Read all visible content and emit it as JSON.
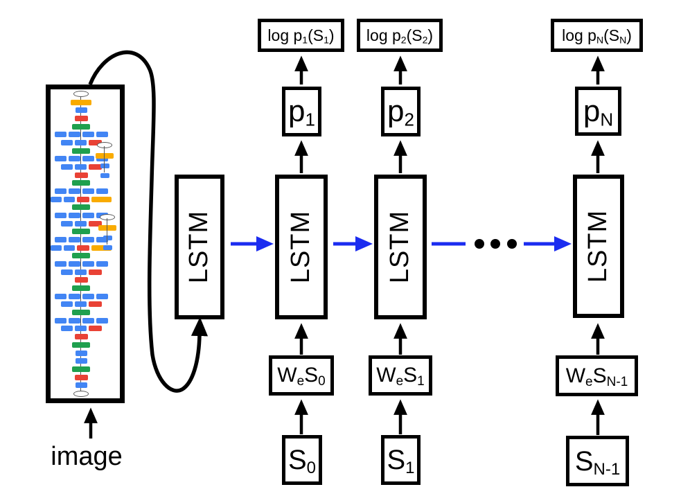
{
  "figure": {
    "title": "CNN encoder feeding an unrolled LSTM decoder (image captioning diagram)"
  },
  "colors": {
    "arrow_black": "#000000",
    "arrow_blue": "#1b2cf0",
    "cnn_blue": "#4285f4",
    "cnn_red": "#e94235",
    "cnn_green": "#1fa04e",
    "cnn_yellow": "#f9ab00"
  },
  "image_label": "image",
  "lstm_label": "LSTM",
  "cnn": {
    "rows": [
      [
        "ellipse"
      ],
      [
        "yellow"
      ],
      [
        "blue"
      ],
      [
        "red"
      ],
      [
        "green"
      ],
      [
        "blue",
        "blue",
        "blue",
        "blue"
      ],
      [
        "blue",
        "blue",
        "red"
      ],
      [
        "green"
      ],
      [
        "blue",
        "blue",
        "blue",
        "blue"
      ],
      [
        "blue",
        "blue",
        "red"
      ],
      [
        "red"
      ],
      [
        "green"
      ],
      [
        "blue",
        "blue",
        "blue",
        "blue"
      ],
      [
        "blue",
        "blue",
        "red",
        "yellow"
      ],
      [
        "green"
      ],
      [
        "blue",
        "blue",
        "blue",
        "blue"
      ],
      [
        "blue",
        "blue",
        "red"
      ],
      [
        "green"
      ],
      [
        "blue",
        "blue",
        "blue",
        "blue"
      ],
      [
        "blue",
        "blue",
        "red",
        "yellow"
      ],
      [
        "green"
      ],
      [
        "blue",
        "blue",
        "blue",
        "blue"
      ],
      [
        "blue",
        "blue",
        "red"
      ],
      [
        "red"
      ],
      [
        "green"
      ],
      [
        "blue",
        "blue",
        "blue",
        "blue"
      ],
      [
        "blue",
        "blue",
        "red"
      ],
      [
        "green"
      ],
      [
        "blue",
        "blue",
        "blue",
        "blue"
      ],
      [
        "blue",
        "blue",
        "red"
      ],
      [
        "red"
      ],
      [
        "green"
      ],
      [
        "blue"
      ],
      [
        "blue"
      ],
      [
        "green"
      ],
      [
        "red"
      ],
      [
        "blue"
      ],
      [
        "ellipse"
      ]
    ],
    "side_branches": [
      {
        "items": [
          "ellipse",
          "yellow",
          "blue",
          "blue"
        ]
      },
      {
        "items": [
          "ellipse",
          "yellow",
          "blue",
          "blue"
        ]
      }
    ]
  },
  "columns": [
    {
      "log": {
        "pre": "log p",
        "sub1": "1",
        "mid": "(S",
        "sub2": "1",
        "post": ")"
      },
      "p": {
        "main": "p",
        "sub": "1"
      },
      "we": {
        "w": "W",
        "wsub": "e",
        "s": "S",
        "ssub": "0"
      },
      "s": {
        "main": "S",
        "sub": "0"
      }
    },
    {
      "log": {
        "pre": "log p",
        "sub1": "2",
        "mid": "(S",
        "sub2": "2",
        "post": ")"
      },
      "p": {
        "main": "p",
        "sub": "2"
      },
      "we": {
        "w": "W",
        "wsub": "e",
        "s": "S",
        "ssub": "1"
      },
      "s": {
        "main": "S",
        "sub": "1"
      }
    },
    {
      "log": {
        "pre": "log p",
        "sub1": "N",
        "mid": "(S",
        "sub2": "N",
        "post": ")"
      },
      "p": {
        "main": "p",
        "sub": "N"
      },
      "we": {
        "w": "W",
        "wsub": "e",
        "s": "S",
        "ssub": "N-1"
      },
      "s": {
        "main": "S",
        "sub": "N-1"
      }
    }
  ]
}
